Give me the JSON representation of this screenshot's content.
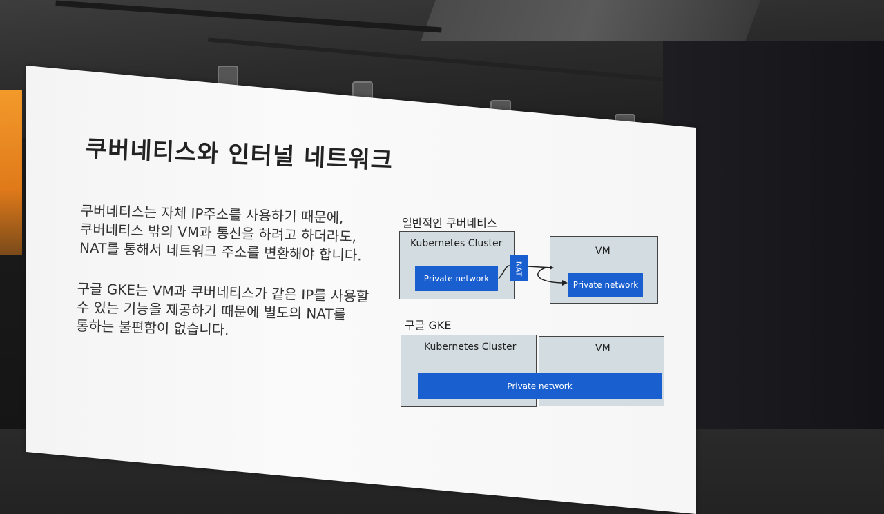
{
  "slide": {
    "title": "쿠버네티스와 인터널 네트워크",
    "paragraph1": [
      "쿠버네티스는 자체 IP주소를 사용하기 때문에,",
      "쿠버네티스 밖의 VM과 통신을 하려고 하더라도,",
      "NAT를 통해서 네트워크 주소를 변환해야 합니다."
    ],
    "paragraph2": [
      "구글 GKE는 VM과 쿠버네티스가 같은 IP를 사용할",
      "수 있는 기능을 제공하기 때문에 별도의 NAT를",
      "통하는 불편함이 없습니다."
    ],
    "diagram_general": {
      "heading": "일반적인 쿠버네티스",
      "cluster_label": "Kubernetes Cluster",
      "cluster_network": "Private network",
      "nat_label": "NAT",
      "vm_label": "VM",
      "vm_network": "Private network"
    },
    "diagram_gke": {
      "heading": "구글  GKE",
      "cluster_label": "Kubernetes Cluster",
      "vm_label": "VM",
      "shared_network": "Private network"
    }
  },
  "colors": {
    "network_blue": "#1a5fcf",
    "box_fill": "#d3dce0",
    "slide_bg": "#f6f6f6"
  }
}
